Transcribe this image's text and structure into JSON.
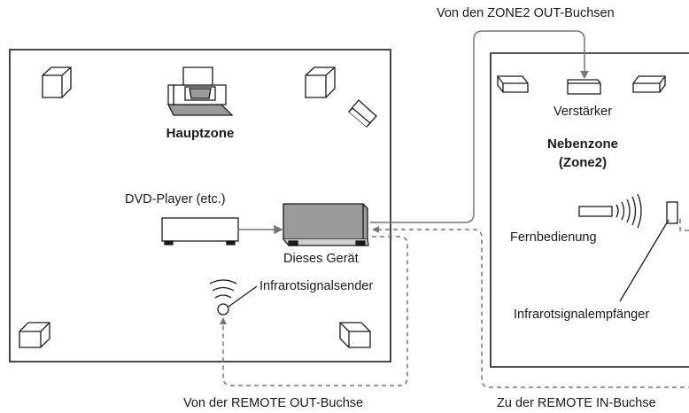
{
  "labels": {
    "zone2_out": "Von den ZONE2 OUT-Buchsen",
    "main_zone": "Hauptzone",
    "dvd_player": "DVD-Player (etc.)",
    "this_unit": "Dieses Gerät",
    "ir_emitter": "Infrarotsignalsender",
    "remote_out": "Von der REMOTE OUT-Buchse",
    "amplifier": "Verstärker",
    "sub_zone_line1": "Nebenzone",
    "sub_zone_line2": "(Zone2)",
    "remote_control": "Fernbedienung",
    "ir_receiver": "Infrarotsignalempfänger",
    "remote_in": "Zu der REMOTE IN-Buchse"
  },
  "colors": {
    "line": "#1a1a1a",
    "cable": "#777777",
    "device_fill": "#9a9a9a",
    "device_top": "#d0d0d0"
  }
}
